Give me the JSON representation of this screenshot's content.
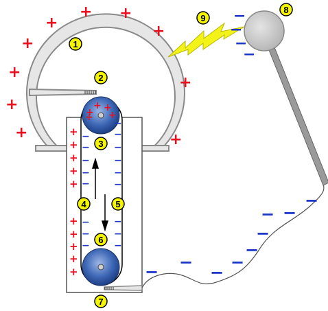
{
  "colors": {
    "positive": "#e8101f",
    "negative": "#1a35c8",
    "label_fill": "#f5f500",
    "spark": "#f3f31a",
    "dome_fill": "#e6e6e6",
    "dome_stroke": "#888888",
    "roller": "#3a63b0",
    "sphere": "#c8c8c8"
  },
  "symbols": {
    "plus": "+",
    "minus": "−"
  },
  "labels": [
    "1",
    "2",
    "3",
    "4",
    "5",
    "6",
    "7",
    "8",
    "9"
  ],
  "parts": [
    {
      "number": "1"
    },
    {
      "number": "2"
    },
    {
      "number": "3"
    },
    {
      "number": "4"
    },
    {
      "number": "5"
    },
    {
      "number": "6"
    },
    {
      "number": "7"
    },
    {
      "number": "8"
    },
    {
      "number": "9"
    }
  ]
}
